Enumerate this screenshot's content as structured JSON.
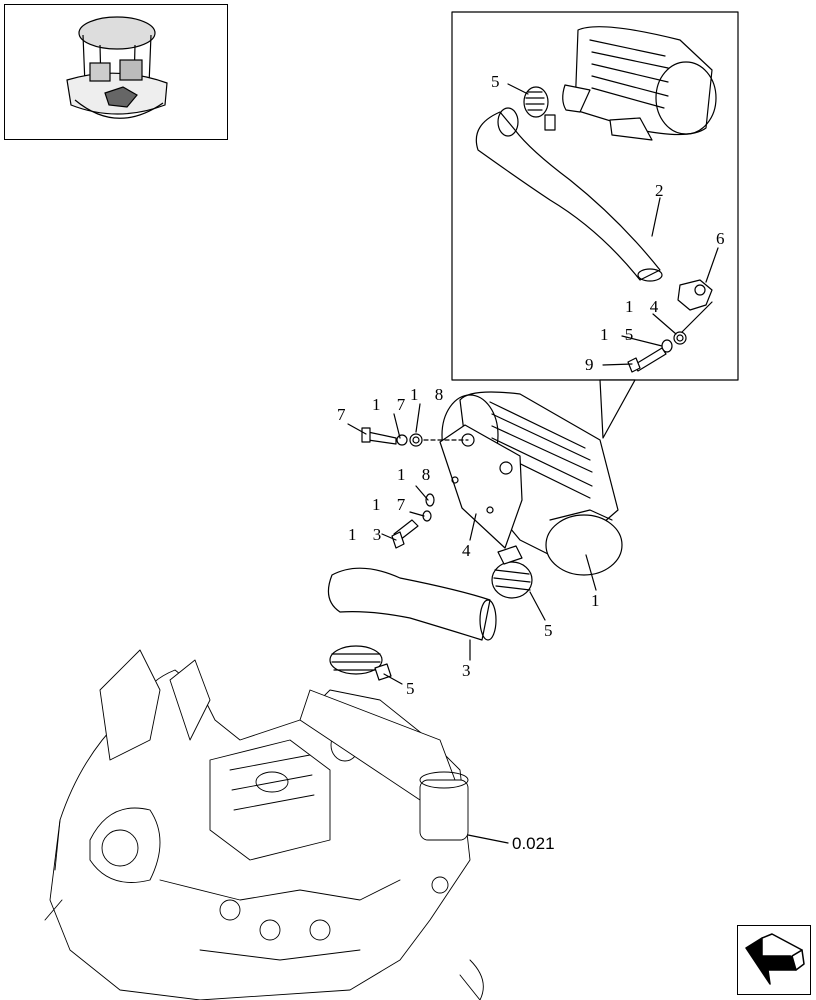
{
  "callouts": {
    "c1": "1",
    "c2": "2",
    "c3": "3",
    "c4": "4",
    "c5a": "5",
    "c5b": "5",
    "c5c": "5",
    "c6": "6",
    "c7": "7",
    "c9": "9",
    "c13": "1 3",
    "c14": "1 4",
    "c15": "1 5",
    "c17a": "1 7",
    "c17b": "1 7",
    "c18a": "1 8",
    "c18b": "1 8"
  },
  "reference": "0.021",
  "icons": {
    "thumbnail": "machine-overview-icon",
    "navigation": "next-page-arrow-icon"
  },
  "colors": {
    "line": "#000000",
    "background": "#ffffff"
  }
}
